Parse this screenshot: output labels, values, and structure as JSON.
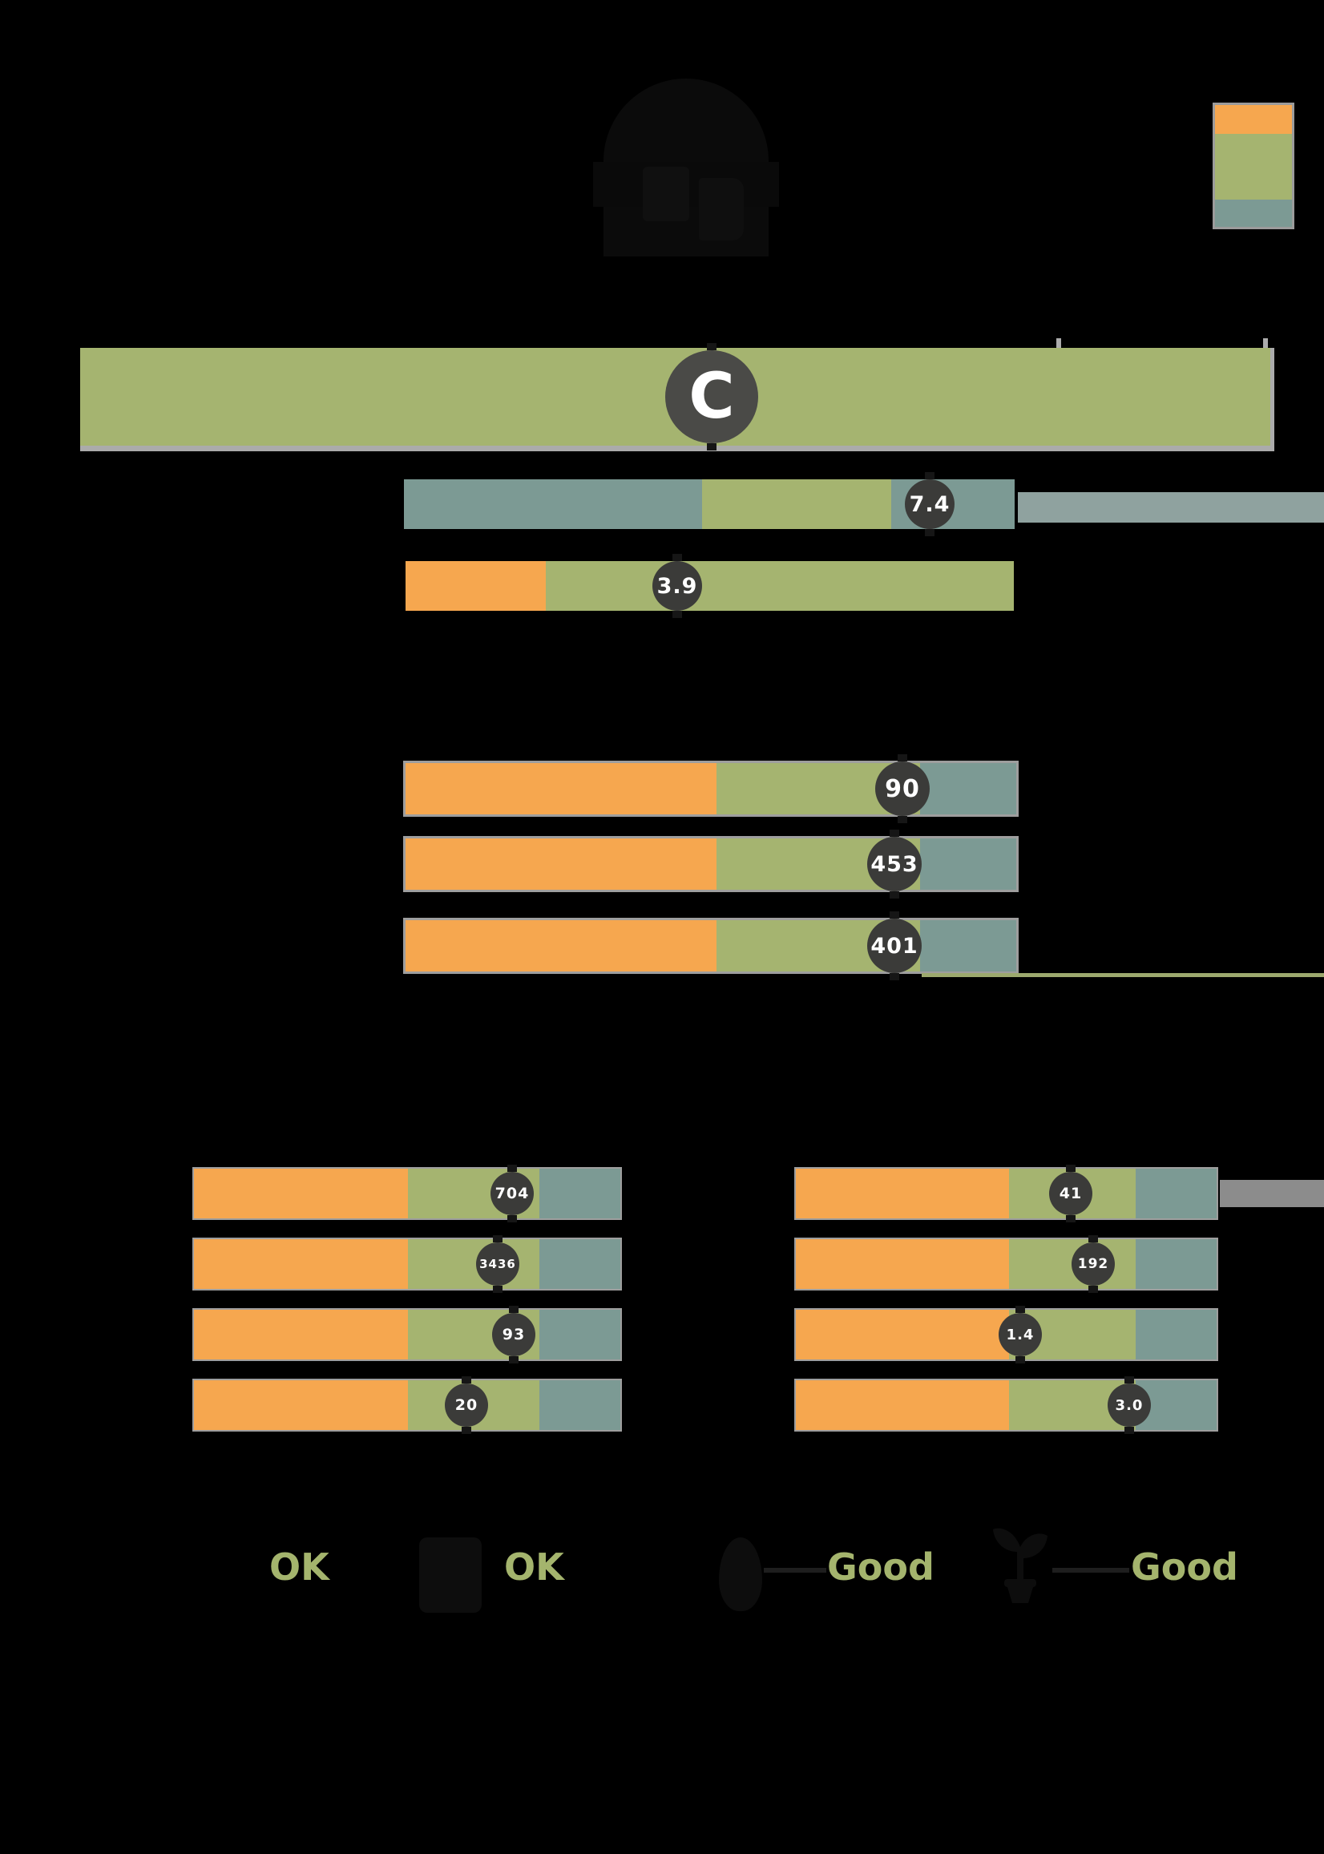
{
  "background": "#000000",
  "palette": {
    "orange": "#F6A74F",
    "olive_green": "#A5B470",
    "teal": "#7C9A94",
    "light_teal_strip": "#8FA29F",
    "gray_strip": "#8C8C8C",
    "track_gray": "#9E9E9E",
    "marker_dark": "#3B3B39",
    "banner_marker_dark": "#4A4A47",
    "legend_text_green": "#A4B46D"
  },
  "header": {
    "logo_icon": "food-package-logo",
    "palette_legend": {
      "style": "left:1513px;top:128px;width:96px;height:152px;border:3px solid #9B9B9B",
      "swatches": [
        {
          "color": "#F6A74F",
          "style": "height:36px;background:#F6A74F"
        },
        {
          "color": "#A5B470",
          "style": "height:82px;background:#A5B470"
        },
        {
          "color": "#7C9A94",
          "style": "height:34px;background:#7C9A94"
        }
      ]
    }
  },
  "chart_data": {
    "type": "bar",
    "subtype": "horizontal-score-gauges",
    "banner": {
      "grade": "C",
      "bar_color": "#A5B470",
      "style": "left:100px;top:434px;width:1485px;height:122px;background:#A5B470;border-bottom:7px solid #ABABAB;border-right:5px solid #ABABAB",
      "marker_style": "left:730px;top:3px;width:116px;height:116px;font-size:78px",
      "ticks": [
        {
          "style": "left:1318px;top:422px"
        },
        {
          "style": "left:1576px;top:422px"
        }
      ]
    },
    "gauges": [
      {
        "id": "sub-gauge-1",
        "value": "7.4",
        "row_style": "left:504px;top:598px;height:62px",
        "marker_style": "left:625px;top:0px;width:62px;height:62px;font-size:27px",
        "segments": [
          {
            "color": "#7C9A94",
            "style": "width:372px;background:#7C9A94"
          },
          {
            "color": "#A5B470",
            "style": "width:236px;background:#A5B470"
          },
          {
            "color": "#7C9A94",
            "style": "width:154px;background:#7C9A94"
          }
        ],
        "extension": {
          "color": "#8FA29F",
          "style": "left:1270px;top:614px;width:382px;height:38px;background:#8FA29F"
        }
      },
      {
        "id": "sub-gauge-2",
        "value": "3.9",
        "row_style": "left:506px;top:700px;height:62px",
        "marker_style": "left:308px;top:0px;width:62px;height:62px;font-size:27px",
        "segments": [
          {
            "color": "#F6A74F",
            "style": "width:175px;background:#F6A74F"
          },
          {
            "color": "#A5B470",
            "style": "width:584px;background:#A5B470"
          }
        ]
      },
      {
        "id": "mid-gauge-1",
        "value": "90",
        "row_style": "left:506px;top:952px;height:64px",
        "marker_style": "left:586px;top:-2px;width:68px;height:68px;font-size:30px",
        "segments": [
          {
            "color": "#F6A74F",
            "style": "width:388px;background:#F6A74F"
          },
          {
            "color": "#A5B470",
            "style": "width:254px;background:#A5B470"
          },
          {
            "color": "#7C9A94",
            "style": "width:120px;background:#7C9A94"
          }
        ]
      },
      {
        "id": "mid-gauge-2",
        "value": "453",
        "row_style": "left:506px;top:1046px;height:64px",
        "marker_style": "left:576px;top:-2px;width:68px;height:68px;font-size:27px",
        "segments": [
          {
            "color": "#F6A74F",
            "style": "width:388px;background:#F6A74F"
          },
          {
            "color": "#A5B470",
            "style": "width:254px;background:#A5B470"
          },
          {
            "color": "#7C9A94",
            "style": "width:120px;background:#7C9A94"
          }
        ]
      },
      {
        "id": "mid-gauge-3",
        "value": "401",
        "row_style": "left:506px;top:1148px;height:64px",
        "marker_style": "left:576px;top:-2px;width:68px;height:68px;font-size:27px",
        "segments": [
          {
            "color": "#F6A74F",
            "style": "width:388px;background:#F6A74F"
          },
          {
            "color": "#A5B470",
            "style": "width:254px;background:#A5B470"
          },
          {
            "color": "#7C9A94",
            "style": "width:120px;background:#7C9A94"
          }
        ],
        "extension": {
          "color": "#9CA96E",
          "style": "left:1150px;top:1214px;width:502px;height:5px;background:#9CA96E"
        }
      },
      {
        "id": "mini-left-1",
        "value": "704",
        "row_style": "left:242px;top:1458px;height:62px",
        "marker_style": "left:370px;top:4px;width:54px;height:54px;font-size:19px",
        "segments": [
          {
            "color": "#F6A74F",
            "style": "width:267px;background:#F6A74F"
          },
          {
            "color": "#A5B470",
            "style": "width:164px;background:#A5B470"
          },
          {
            "color": "#7C9A94",
            "style": "width:101px;background:#7C9A94"
          }
        ]
      },
      {
        "id": "mini-left-2",
        "value": "3436",
        "row_style": "left:242px;top:1546px;height:62px",
        "marker_style": "left:352px;top:4px;width:54px;height:54px;font-size:15px",
        "segments": [
          {
            "color": "#F6A74F",
            "style": "width:267px;background:#F6A74F"
          },
          {
            "color": "#A5B470",
            "style": "width:164px;background:#A5B470"
          },
          {
            "color": "#7C9A94",
            "style": "width:101px;background:#7C9A94"
          }
        ]
      },
      {
        "id": "mini-left-3",
        "value": "93",
        "row_style": "left:242px;top:1634px;height:62px",
        "marker_style": "left:372px;top:4px;width:54px;height:54px;font-size:19px",
        "segments": [
          {
            "color": "#F6A74F",
            "style": "width:267px;background:#F6A74F"
          },
          {
            "color": "#A5B470",
            "style": "width:164px;background:#A5B470"
          },
          {
            "color": "#7C9A94",
            "style": "width:101px;background:#7C9A94"
          }
        ]
      },
      {
        "id": "mini-left-4",
        "value": "20",
        "row_style": "left:242px;top:1722px;height:62px",
        "marker_style": "left:313px;top:4px;width:54px;height:54px;font-size:19px",
        "segments": [
          {
            "color": "#F6A74F",
            "style": "width:267px;background:#F6A74F"
          },
          {
            "color": "#A5B470",
            "style": "width:164px;background:#A5B470"
          },
          {
            "color": "#7C9A94",
            "style": "width:101px;background:#7C9A94"
          }
        ]
      },
      {
        "id": "mini-right-1",
        "value": "41",
        "row_style": "left:993px;top:1458px;height:62px",
        "marker_style": "left:316px;top:4px;width:54px;height:54px;font-size:19px",
        "segments": [
          {
            "color": "#F6A74F",
            "style": "width:266px;background:#F6A74F"
          },
          {
            "color": "#A5B470",
            "style": "width:158px;background:#A5B470"
          },
          {
            "color": "#7C9A94",
            "style": "width:101px;background:#7C9A94"
          }
        ],
        "extension": {
          "color": "#8C8C8C",
          "style": "left:1522px;top:1472px;width:130px;height:34px;background:#8C8C8C"
        }
      },
      {
        "id": "mini-right-2",
        "value": "192",
        "row_style": "left:993px;top:1546px;height:62px",
        "marker_style": "left:344px;top:4px;width:54px;height:54px;font-size:17px",
        "segments": [
          {
            "color": "#F6A74F",
            "style": "width:266px;background:#F6A74F"
          },
          {
            "color": "#A5B470",
            "style": "width:158px;background:#A5B470"
          },
          {
            "color": "#7C9A94",
            "style": "width:101px;background:#7C9A94"
          }
        ]
      },
      {
        "id": "mini-right-3",
        "value": "1.4",
        "row_style": "left:993px;top:1634px;height:62px",
        "marker_style": "left:253px;top:4px;width:54px;height:54px;font-size:18px",
        "segments": [
          {
            "color": "#F6A74F",
            "style": "width:266px;background:#F6A74F"
          },
          {
            "color": "#A5B470",
            "style": "width:158px;background:#A5B470"
          },
          {
            "color": "#7C9A94",
            "style": "width:101px;background:#7C9A94"
          }
        ]
      },
      {
        "id": "mini-right-4",
        "value": "3.0",
        "row_style": "left:993px;top:1722px;height:62px",
        "marker_style": "left:389px;top:4px;width:54px;height:54px;font-size:18px",
        "segments": [
          {
            "color": "#F6A74F",
            "style": "width:266px;background:#F6A74F"
          },
          {
            "color": "#A5B470",
            "style": "width:158px;background:#A5B470"
          },
          {
            "color": "#7C9A94",
            "style": "width:101px;background:#7C9A94"
          }
        ]
      }
    ],
    "legend": {
      "items": [
        {
          "label": "OK",
          "icon": "",
          "label_style": "left:336px;top:1930px"
        },
        {
          "label": "OK",
          "icon": "cube-icon",
          "icon_style": "left:523px;top:1918px;width:78px;height:94px",
          "label_style": "left:629px;top:1930px"
        },
        {
          "label": "Good",
          "icon": "droplet-icon",
          "icon_style": "left:897px;top:1918px;width:54px;height:92px",
          "connector_style": "left:953px;top:1956px;width:78px;height:6px",
          "label_style": "left:1032px;top:1930px"
        },
        {
          "label": "Good",
          "icon": "plant-icon",
          "icon_style": "left:1235px;top:1900px;width:76px;height:104px",
          "connector_style": "left:1313px;top:1956px;width:96px;height:6px",
          "label_style": "left:1411px;top:1930px"
        }
      ]
    }
  }
}
